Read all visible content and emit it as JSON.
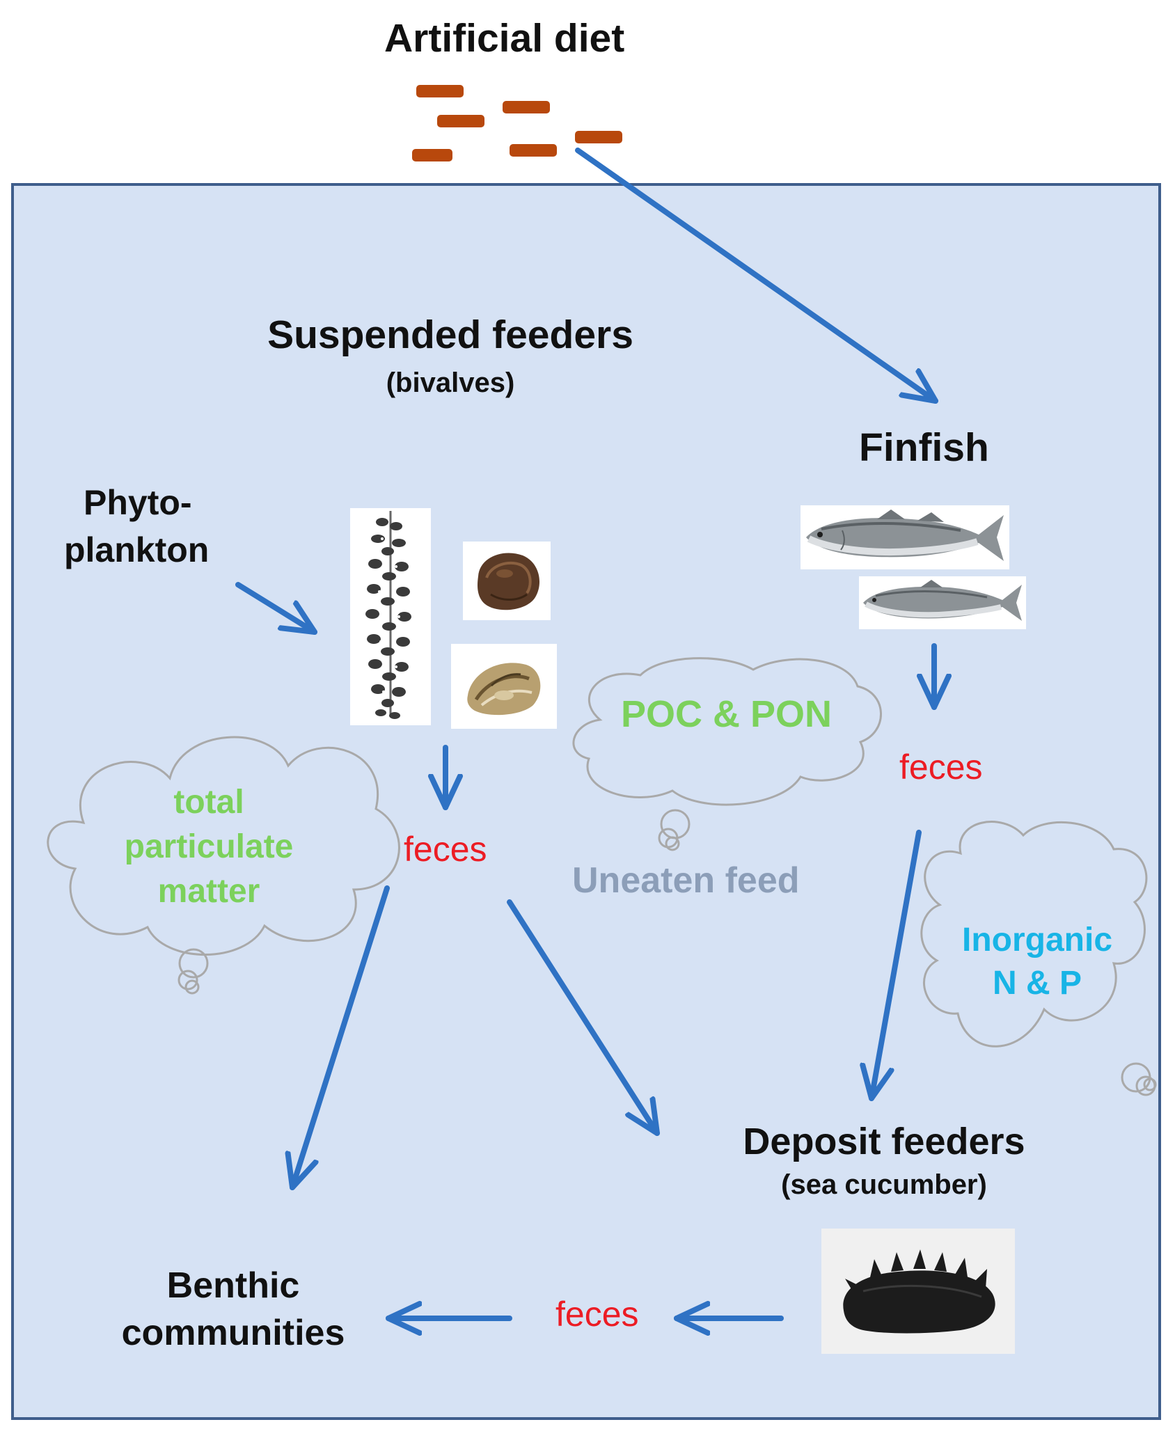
{
  "title": "Artificial diet",
  "nodes": {
    "suspended_feeders": {
      "title": "Suspended feeders",
      "subtitle": "(bivalves)"
    },
    "finfish": {
      "title": "Finfish"
    },
    "phytoplankton": {
      "line1": "Phyto-",
      "line2": "plankton"
    },
    "deposit_feeders": {
      "title": "Deposit feeders",
      "subtitle": "(sea cucumber)"
    },
    "benthic": {
      "line1": "Benthic",
      "line2": "communities"
    }
  },
  "feces": {
    "bivalve": "feces",
    "finfish": "feces",
    "sea_cucumber": "feces"
  },
  "clouds": {
    "tpm": {
      "line1": "total",
      "line2": "particulate",
      "line3": "matter"
    },
    "poc_pon": {
      "label": "POC & PON"
    },
    "inorganic": {
      "line1": "Inorganic",
      "line2": "N & P"
    }
  },
  "uneaten_feed": "Uneaten feed",
  "icons": {
    "feed_pellets": "feed-pellets-icon",
    "mussel_rope": "mussel-rope-icon",
    "scallop": "scallop-icon",
    "oyster": "oyster-icon",
    "fish": "fish-icon",
    "sea_cucumber": "sea-cucumber-icon"
  },
  "colors": {
    "background_box": "#d6e2f4",
    "box_border": "#3f5e8c",
    "arrow": "#2f72c4",
    "feces_text": "#ec1c24",
    "cloud_text_green": "#7cd15c",
    "cloud_text_cyan": "#18b4e6",
    "uneaten_feed_text": "#8c9eb8",
    "pellet": "#b8480c",
    "cloud_outline": "#a9a9a9"
  }
}
